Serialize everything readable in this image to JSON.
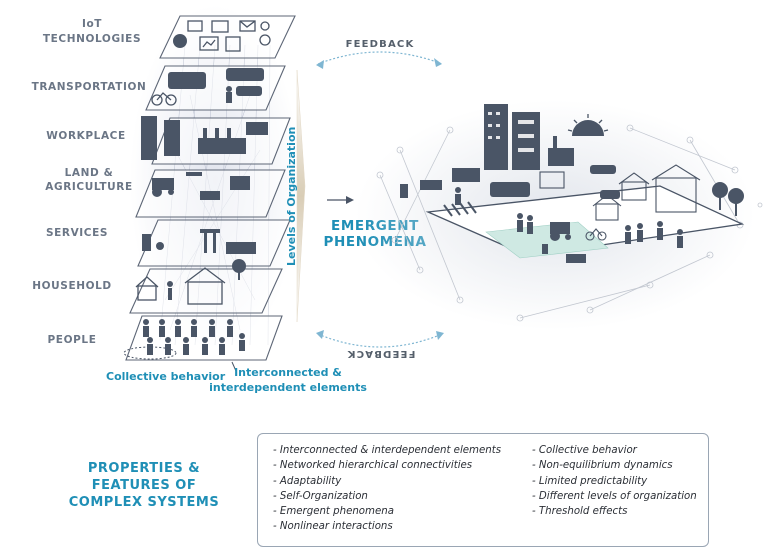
{
  "levels": {
    "iot_line1": "IoT",
    "iot_line2": "TECHNOLOGIES",
    "transportation": "TRANSPORTATION",
    "workplace": "WORKPLACE",
    "land_line1": "LAND &",
    "land_line2": "AGRICULTURE",
    "services": "SERVICES",
    "household": "HOUSEHOLD",
    "people": "PEOPLE"
  },
  "levels_of_organization": "Levels of Organization",
  "collective_behavior": "Collective behavior",
  "interconnected_line1": "Interconnected &",
  "interconnected_line2": "interdependent elements",
  "feedback_top": "FEEDBACK",
  "feedback_bottom": "FEEDBACK",
  "emergent_line1": "EMERGENT",
  "emergent_line2": "PHENOMENA",
  "properties": {
    "title_line1": "PROPERTIES &",
    "title_line2": "FEATURES OF",
    "title_line3": "COMPLEX SYSTEMS",
    "left_column": [
      "Interconnected & interdependent elements",
      "Networked hierarchical connectivities",
      "Adaptability",
      "Self-Organization",
      "Emergent phenomena",
      "Nonlinear interactions"
    ],
    "right_column": [
      "Collective behavior",
      "Non-equilibrium dynamics",
      "Limited predictability",
      "Different levels of organization",
      "Threshold effects"
    ]
  },
  "colors": {
    "accent": "#1f8fb6",
    "icon": "#4a5566",
    "label": "#6b7686",
    "grass": "#cfe9e3"
  }
}
